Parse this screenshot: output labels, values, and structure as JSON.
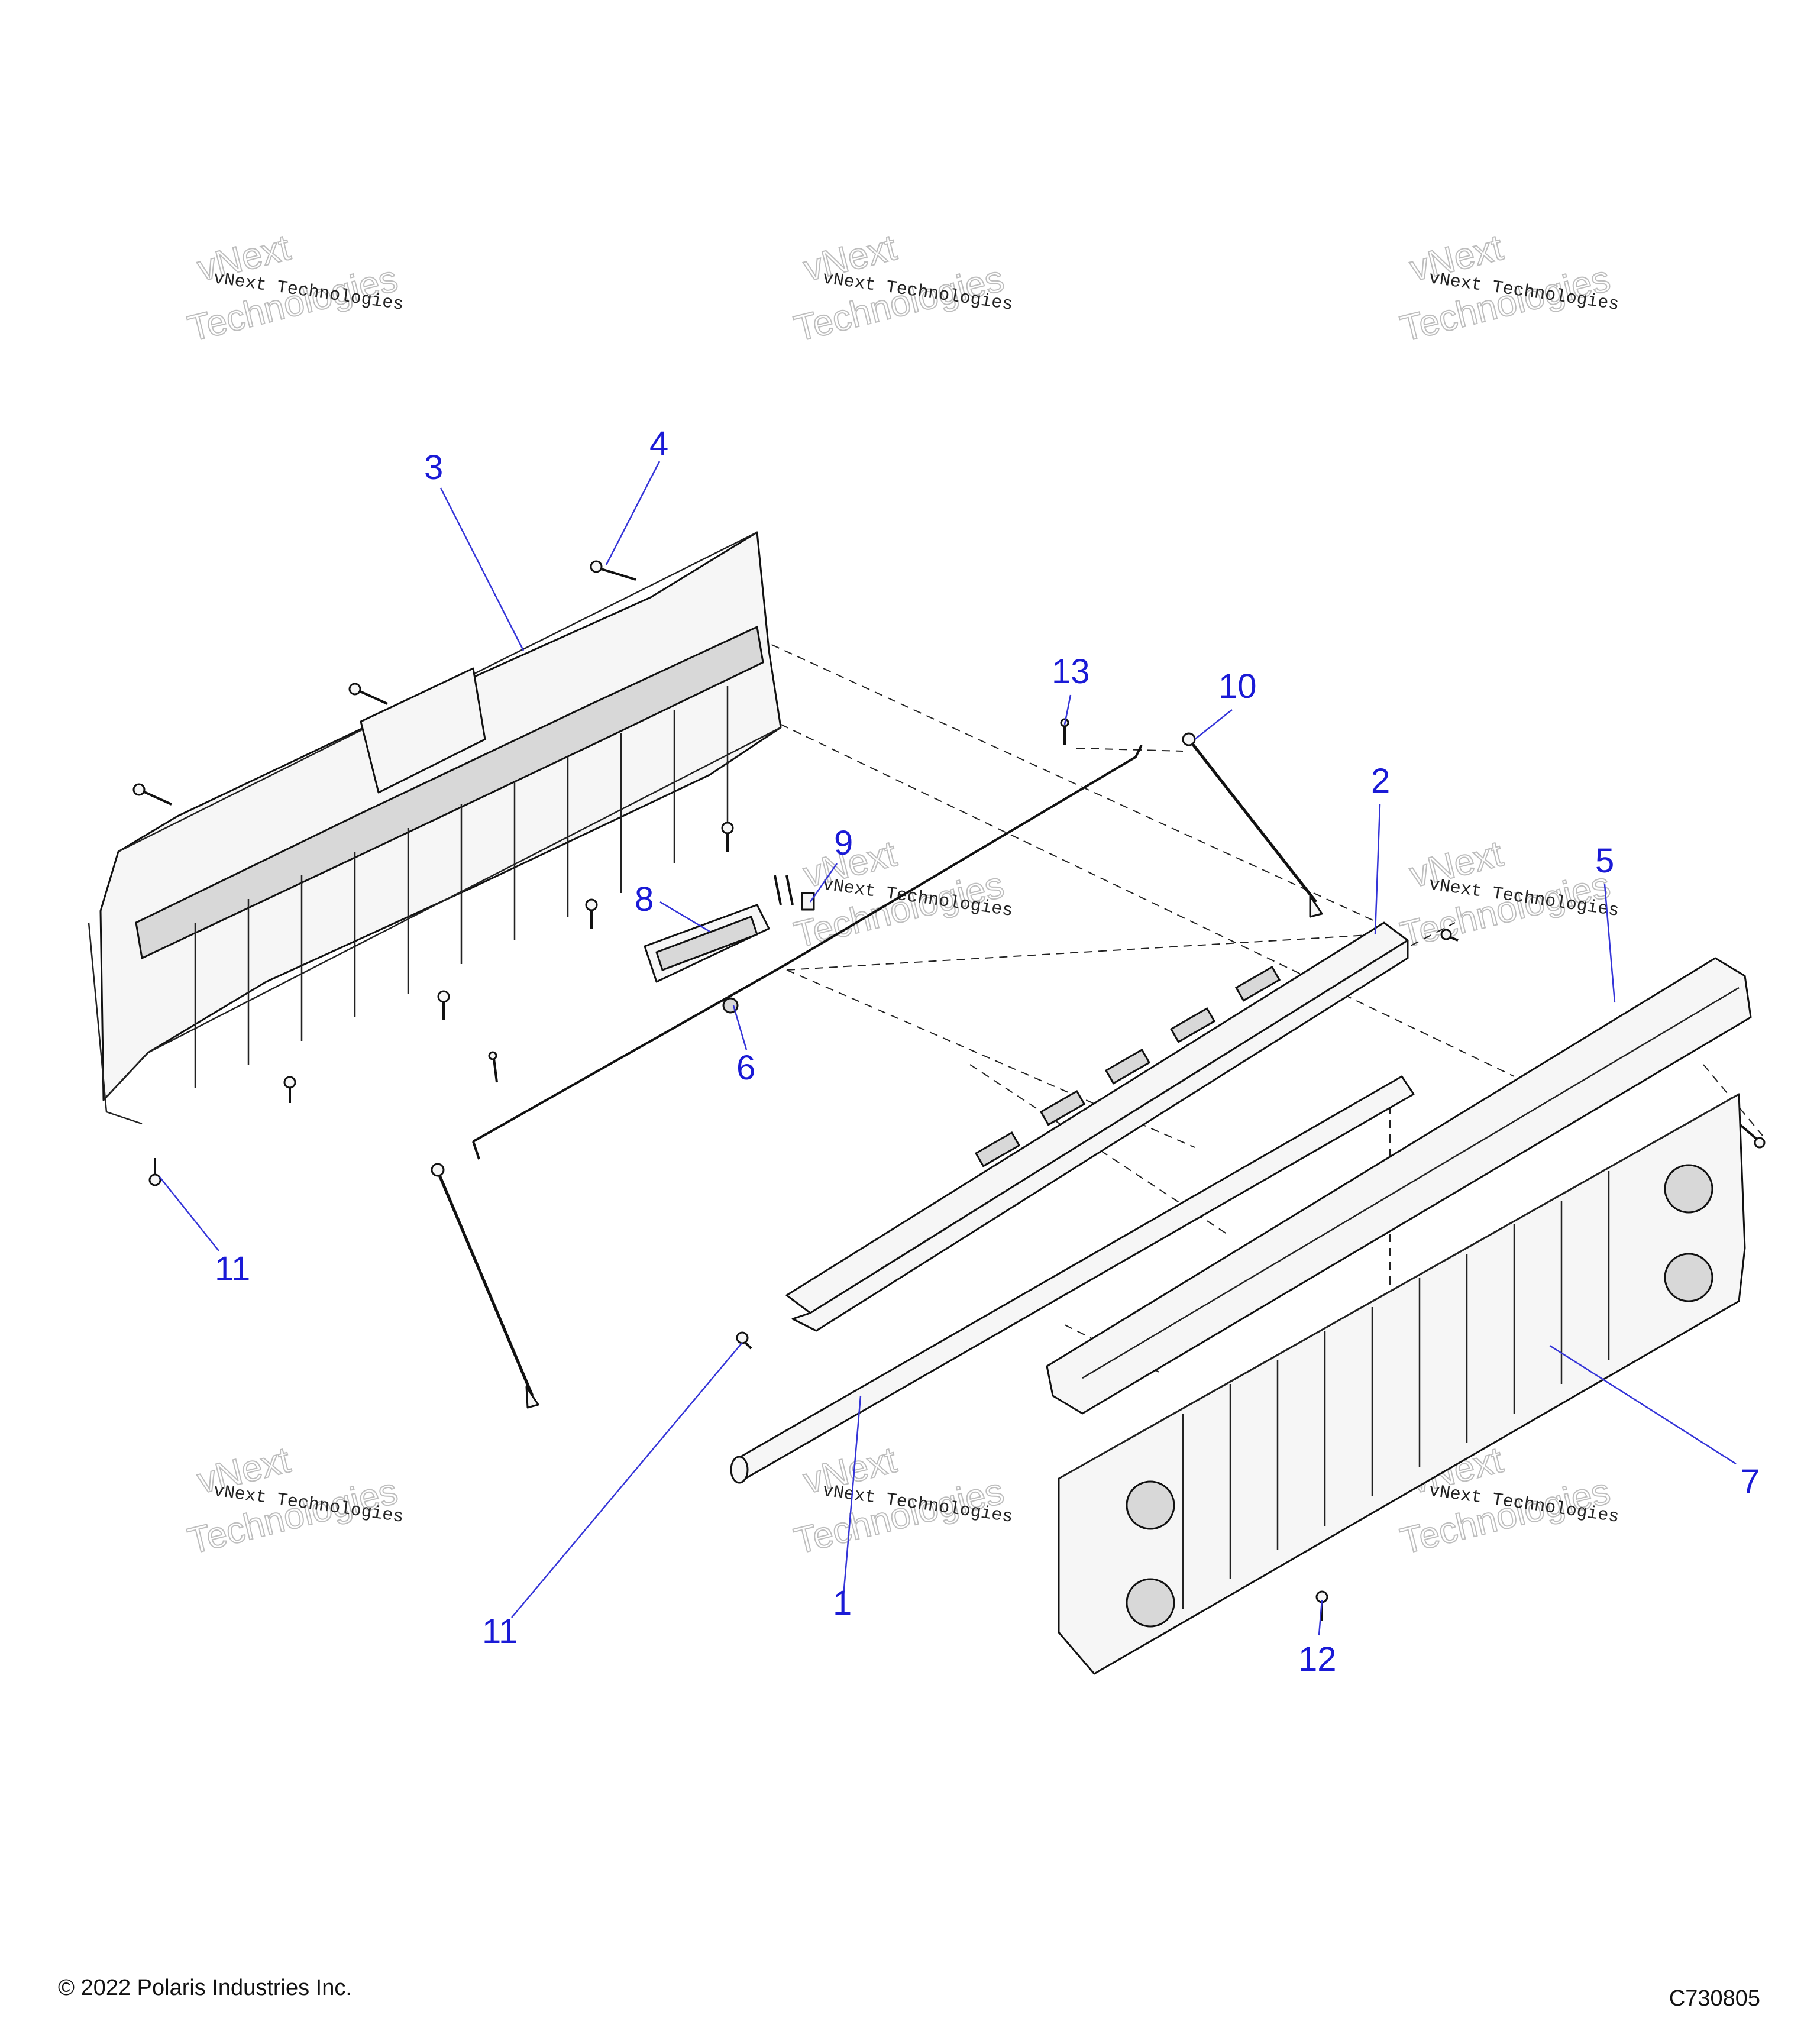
{
  "watermark": {
    "line1": "vNext Technologies",
    "line2_a": "vNext",
    "line2_b": "Technologies"
  },
  "callouts": {
    "c1": "1",
    "c2": "2",
    "c3": "3",
    "c4": "4",
    "c5": "5",
    "c6": "6",
    "c7": "7",
    "c8": "8",
    "c9": "9",
    "c10": "10",
    "c11a": "11",
    "c11b": "11",
    "c12": "12",
    "c13": "13"
  },
  "footer": {
    "copyright": "© 2022 Polaris Industries Inc.",
    "diagram_id": "C730805"
  }
}
